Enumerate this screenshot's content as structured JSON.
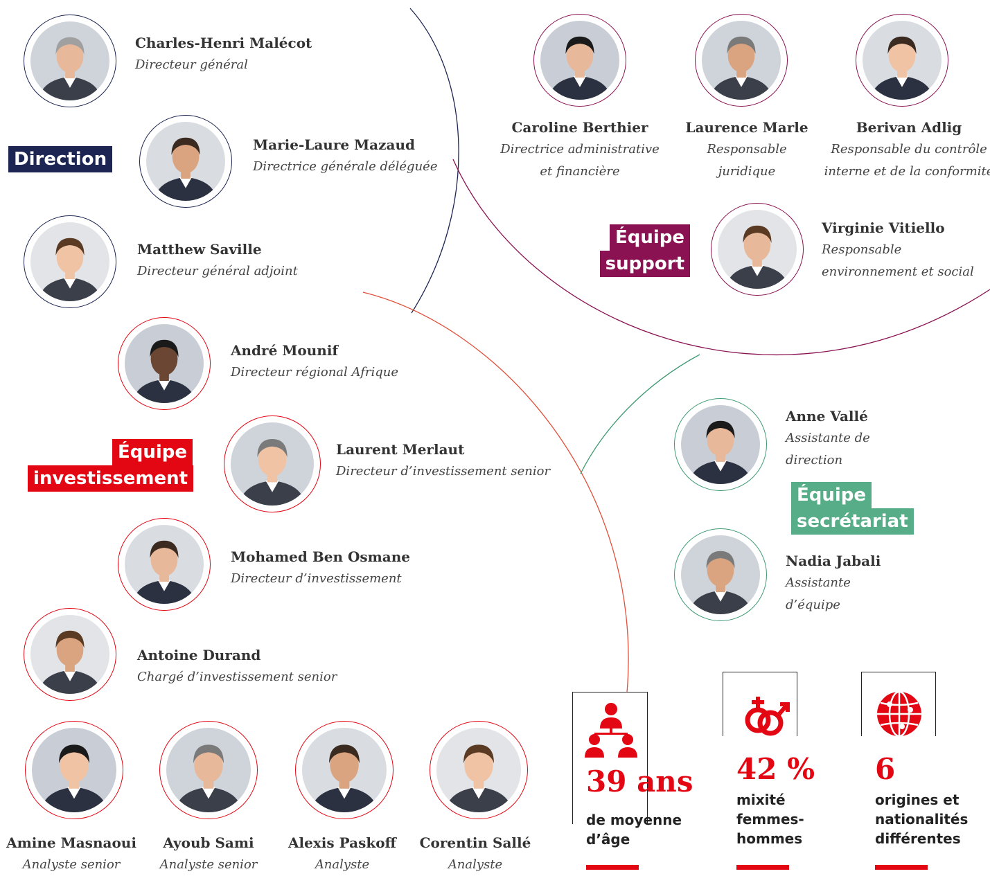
{
  "colors": {
    "direction": "#1d2552",
    "support": "#8a1252",
    "investment": "#e30613",
    "secretariat": "#3f9a73"
  },
  "teams": {
    "direction": "Direction",
    "support": [
      "Équipe",
      "support"
    ],
    "investment": [
      "Équipe",
      "investissement"
    ],
    "secretariat": [
      "Équipe",
      "secrétariat"
    ]
  },
  "people": [
    {
      "name": "Charles-Henri Malécot",
      "role": [
        "Directeur général"
      ],
      "team": "direction"
    },
    {
      "name": "Marie-Laure Mazaud",
      "role": [
        "Directrice générale déléguée"
      ],
      "team": "direction"
    },
    {
      "name": "Matthew Saville",
      "role": [
        "Directeur général adjoint"
      ],
      "team": "direction"
    },
    {
      "name": "Caroline Berthier",
      "role": [
        "Directrice administrative",
        "et financière"
      ],
      "team": "support"
    },
    {
      "name": "Laurence Marle",
      "role": [
        "Responsable",
        "juridique"
      ],
      "team": "support"
    },
    {
      "name": "Berivan Adlig",
      "role": [
        "Responsable du contrôle",
        "interne et de la conformité"
      ],
      "team": "support"
    },
    {
      "name": "Virginie Vitiello",
      "role": [
        "Responsable",
        "environnement et social"
      ],
      "team": "support"
    },
    {
      "name": "André Mounif",
      "role": [
        "Directeur régional Afrique"
      ],
      "team": "investment"
    },
    {
      "name": "Laurent Merlaut",
      "role": [
        "Directeur d’investissement senior"
      ],
      "team": "investment"
    },
    {
      "name": "Mohamed Ben Osmane",
      "role": [
        "Directeur d’investissement"
      ],
      "team": "investment"
    },
    {
      "name": "Antoine Durand",
      "role": [
        "Chargé d’investissement senior"
      ],
      "team": "investment"
    },
    {
      "name": "Amine Masnaoui",
      "role": [
        "Analyste senior"
      ],
      "team": "investment"
    },
    {
      "name": "Ayoub Sami",
      "role": [
        "Analyste senior"
      ],
      "team": "investment"
    },
    {
      "name": "Alexis Paskoff",
      "role": [
        "Analyste"
      ],
      "team": "investment"
    },
    {
      "name": "Corentin Sallé",
      "role": [
        "Analyste"
      ],
      "team": "investment"
    },
    {
      "name": "Anne Vallé",
      "role": [
        "Assistante de",
        "direction"
      ],
      "team": "secretariat"
    },
    {
      "name": "Nadia Jabali",
      "role": [
        "Assistante",
        "d’équipe"
      ],
      "team": "secretariat"
    }
  ],
  "stats": [
    {
      "value": "39 ans",
      "label": [
        "de moyenne",
        "d’âge"
      ],
      "icon": "group-icon"
    },
    {
      "value": "42 %",
      "label": [
        "mixité",
        "femmes-",
        "hommes"
      ],
      "icon": "gender-icon"
    },
    {
      "value": "6",
      "label": [
        "origines et",
        "nationalités",
        "différentes"
      ],
      "icon": "globe-icon"
    }
  ]
}
